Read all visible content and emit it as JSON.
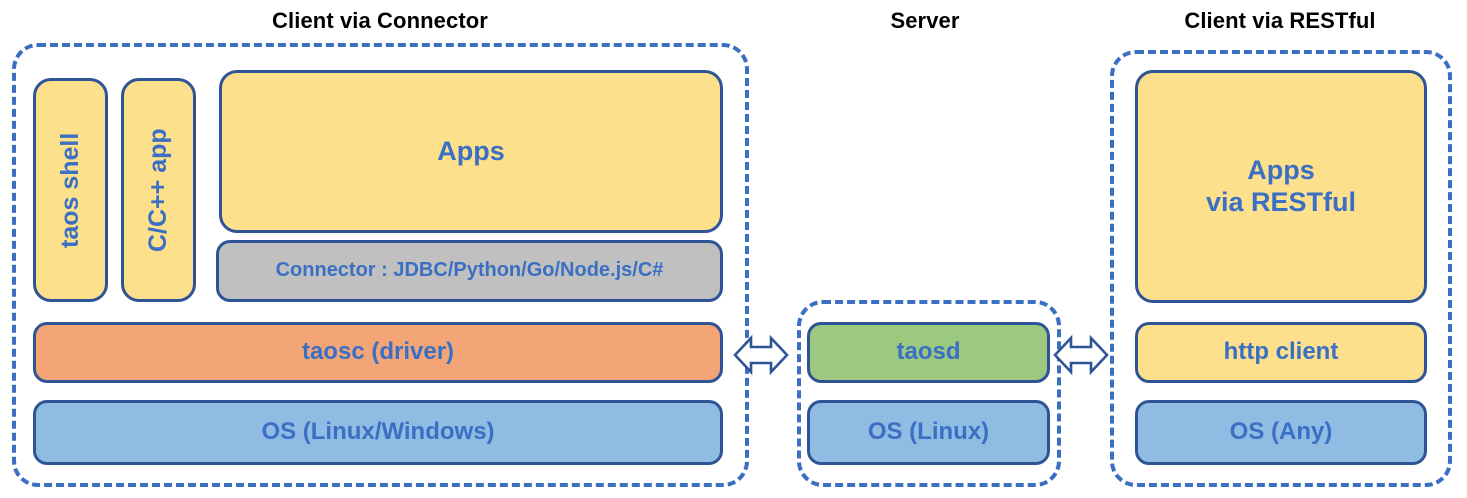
{
  "panels": [
    {
      "id": "client-connector",
      "title": "Client via Connector",
      "boxes": {
        "taos_shell": "taos shell",
        "c_cpp_app": "C/C++ app",
        "apps": "Apps",
        "connector": "Connector : JDBC/Python/Go/Node.js/C#",
        "taosc": "taosc (driver)",
        "os": "OS (Linux/Windows)"
      }
    },
    {
      "id": "server",
      "title": "Server",
      "boxes": {
        "taosd": "taosd",
        "os": "OS (Linux)"
      }
    },
    {
      "id": "client-restful",
      "title": "Client via RESTful",
      "boxes": {
        "apps_line1": "Apps",
        "apps_line2": "via RESTful",
        "http_client": "http client",
        "os": "OS (Any)"
      }
    }
  ],
  "connectors": [
    {
      "id": "left-server-link",
      "icon": "double-headed-arrow"
    },
    {
      "id": "server-right-link",
      "icon": "double-headed-arrow"
    }
  ],
  "colors": {
    "dashed_border": "#3B6FC4",
    "box_border": "#2F5496",
    "text_blue": "#3A6FC4",
    "title_black": "#000000",
    "yellow": "#FCE08C",
    "orange": "#F3A577",
    "blue": "#90BCE4",
    "green": "#9CC880",
    "gray": "#C0C0C0"
  }
}
